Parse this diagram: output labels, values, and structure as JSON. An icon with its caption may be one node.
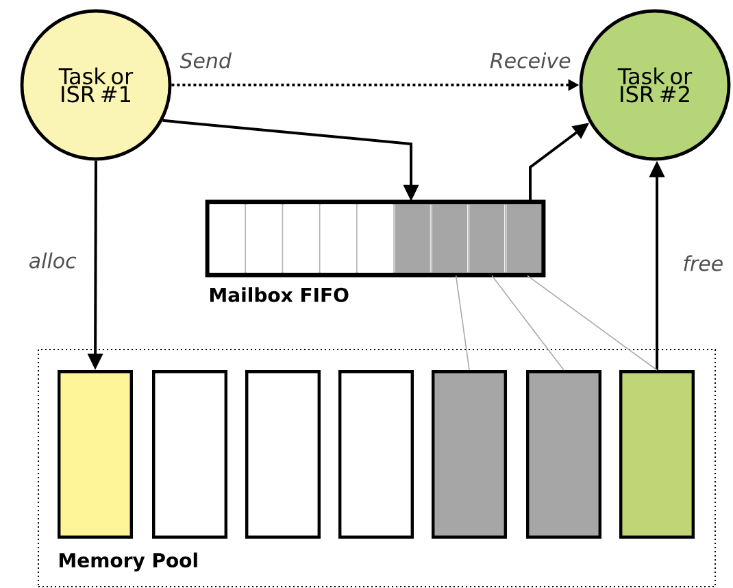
{
  "diagram": {
    "nodes": [
      {
        "text": [
          "Task or ISR #1"
        ],
        "beside": [
          "Send"
        ]
      },
      {
        "text": [
          "Task or ISR #2"
        ],
        "beside": [
          "Receive"
        ]
      },
      {
        "text": [
          "Mailbox FIFO"
        ]
      },
      {
        "text": [
          "Memory Pool"
        ]
      },
      {
        "text": [],
        "shape": "box",
        "in": 3
      },
      {
        "text": [],
        "shape": "box",
        "in": 3
      },
      {
        "text": [],
        "shape": "box",
        "in": 3
      },
      {
        "text": [],
        "shape": "box",
        "in": 3
      },
      {
        "text": [],
        "shape": "box",
        "in": 3
      },
      {
        "text": [],
        "shape": "box",
        "in": 3
      },
      {
        "text": [],
        "shape": "box",
        "in": 3
      }
    ],
    "edges": [
      {
        "from": 0,
        "to": 1,
        "arrow": "to",
        "style": "dashed"
      },
      {
        "from": 0,
        "to": 2,
        "arrow": "to"
      },
      {
        "from": 2,
        "to": 1,
        "arrow": "to"
      },
      {
        "from": 0,
        "to": 4,
        "arrow": "to",
        "label": "alloc"
      },
      {
        "from": 10,
        "to": 1,
        "arrow": "to",
        "label": "free"
      },
      {
        "from": 2,
        "to": 8,
        "arrow": "none",
        "color": "#aaaaaa"
      },
      {
        "from": 2,
        "to": 9,
        "arrow": "none",
        "color": "#aaaaaa"
      },
      {
        "from": 2,
        "to": 10,
        "arrow": "none",
        "color": "#aaaaaa"
      }
    ]
  }
}
